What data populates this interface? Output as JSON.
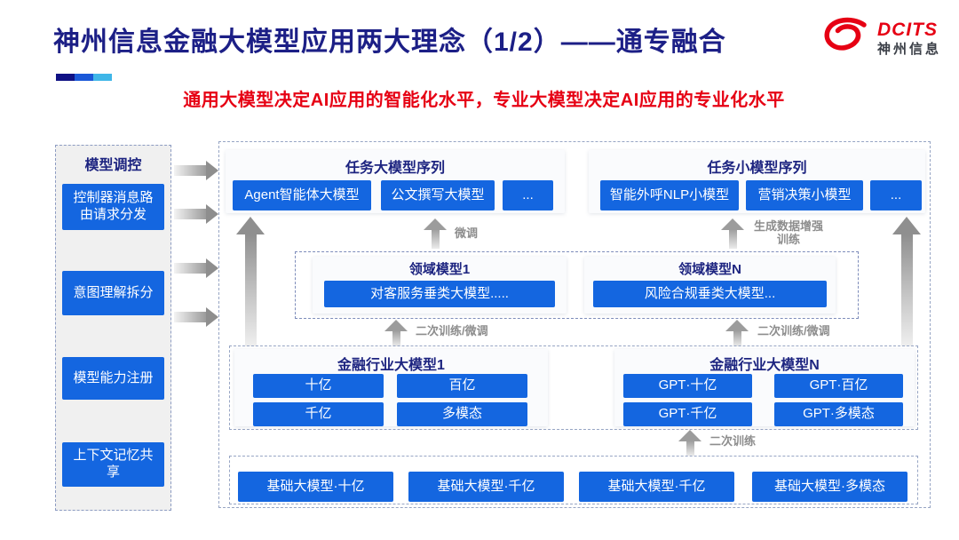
{
  "header": {
    "title": "神州信息金融大模型应用两大理念（1/2）——通专融合",
    "subtitle": "通用大模型决定AI应用的智能化水平，专业大模型决定AI应用的专业化水平",
    "logo_brand": "DCITS",
    "logo_company": "神州信息"
  },
  "colors": {
    "accent_blue": "#1466e0",
    "navy_text": "#1d2480",
    "brand_red": "#e60013",
    "arrow_label_gray": "#8d8d8d",
    "accent_bar": [
      "#0f1184",
      "#1a58d8",
      "#3fb6e8"
    ]
  },
  "sidebar": {
    "header": "模型调控",
    "items": [
      "控制器消息路由请求分发",
      "意图理解拆分",
      "模型能力注册",
      "上下文记忆共享"
    ]
  },
  "diagram": {
    "task_large": {
      "header": "任务大模型序列",
      "items": [
        "Agent智能体大模型",
        "公文撰写大模型",
        "..."
      ]
    },
    "task_small": {
      "header": "任务小模型序列",
      "items": [
        "智能外呼NLP小模型",
        "营销决策小模型",
        "..."
      ]
    },
    "domain_1": {
      "header": "领域模型1",
      "model": "对客服务垂类大模型....."
    },
    "domain_n": {
      "header": "领域模型N",
      "model": "风险合规垂类大模型..."
    },
    "industry_1": {
      "header": "金融行业大模型1",
      "items": [
        "十亿",
        "百亿",
        "千亿",
        "多模态"
      ]
    },
    "industry_n": {
      "header": "金融行业大模型N",
      "items": [
        "GPT·十亿",
        "GPT·百亿",
        "GPT·千亿",
        "GPT·多模态"
      ]
    },
    "base_models": {
      "items": [
        "基础大模型·十亿",
        "基础大模型·千亿",
        "基础大模型·千亿",
        "基础大模型·多模态"
      ]
    },
    "arrow_labels": {
      "finetune": "微调",
      "gen_data_training": "生成数据增强训练",
      "second_training_finetune_left": "二次训练/微调",
      "second_training_finetune_right": "二次训练/微调",
      "second_training": "二次训练"
    }
  }
}
